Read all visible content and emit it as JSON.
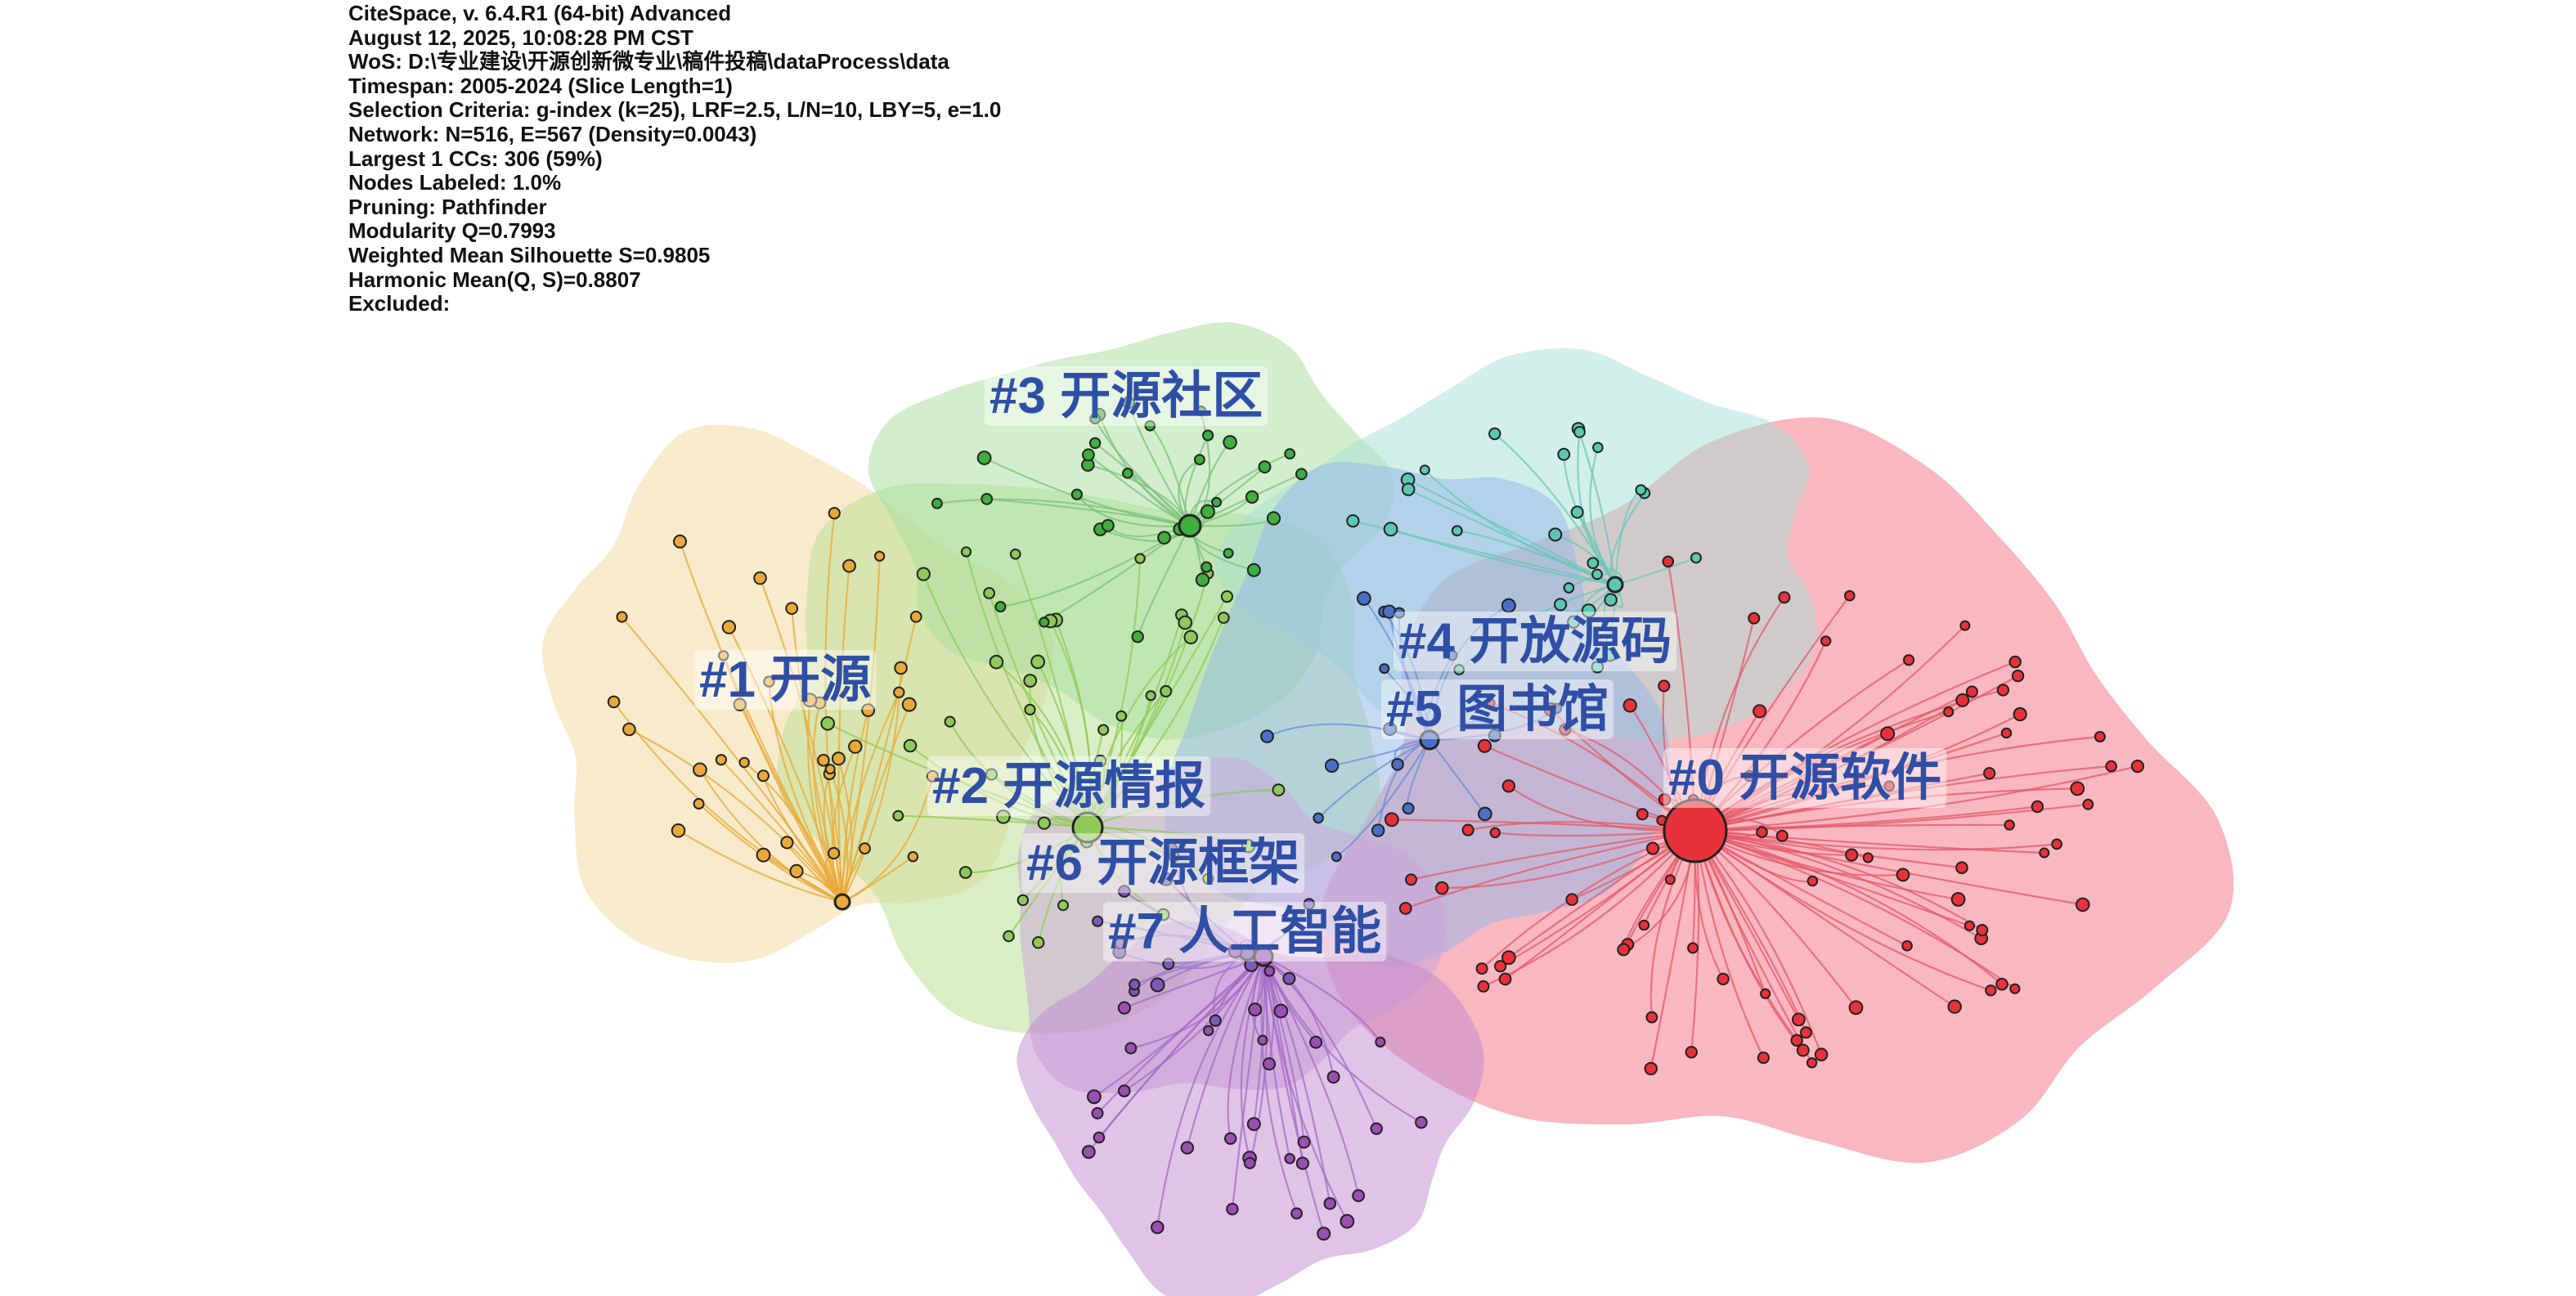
{
  "header": {
    "lines": [
      "CiteSpace, v. 6.4.R1 (64-bit) Advanced",
      "August 12, 2025, 10:08:28 PM CST",
      "WoS: D:\\专业建设\\开源创新微专业\\稿件投稿\\dataProcess\\data",
      "Timespan: 2005-2024 (Slice Length=1)",
      "Selection Criteria: g-index (k=25), LRF=2.5, L/N=10, LBY=5, e=1.0",
      "Network: N=516, E=567 (Density=0.0043)",
      "Largest 1 CCs: 306 (59%)",
      "Nodes Labeled: 1.0%",
      "Pruning: Pathfinder",
      "Modularity Q=0.7993",
      "Weighted Mean Silhouette S=0.9805",
      "Harmonic Mean(Q, S)=0.8807",
      "Excluded:"
    ]
  },
  "clusters": [
    {
      "label": "#0 开源软件",
      "fill": "#f47c8c",
      "node": "#e8323a",
      "edge": "#e35a6a"
    },
    {
      "label": "#1 开源",
      "fill": "#f2d89a",
      "node": "#e8a93a",
      "edge": "#e8a93a"
    },
    {
      "label": "#2 开源情报",
      "fill": "#b7df8f",
      "node": "#8fc95a",
      "edge": "#8fc95a"
    },
    {
      "label": "#3 开源社区",
      "fill": "#a6dd9c",
      "node": "#3fae3f",
      "edge": "#7cc07c"
    },
    {
      "label": "#4 开放源码",
      "fill": "#a7dfd4",
      "node": "#5cc7b5",
      "edge": "#6bc7b8"
    },
    {
      "label": "#5 图书馆",
      "fill": "#8fb6e8",
      "node": "#4a6fc7",
      "edge": "#6a8fd8"
    },
    {
      "label": "#6 开源框架",
      "fill": "#c9a3d9",
      "node": "#7b5ab3",
      "edge": "#9b7ac8"
    },
    {
      "label": "#7 人工智能",
      "fill": "#c08ad0",
      "node": "#9b4fb0",
      "edge": "#a36cc4"
    }
  ]
}
